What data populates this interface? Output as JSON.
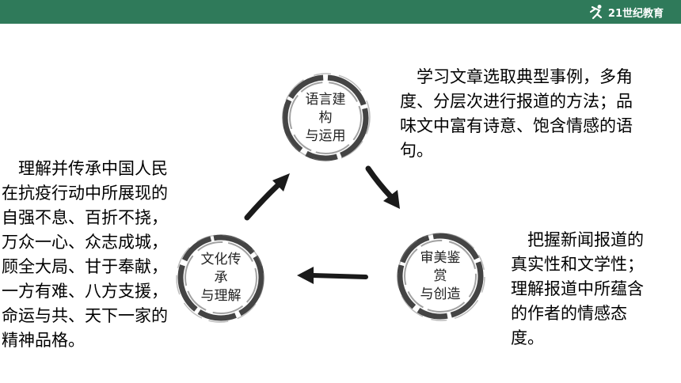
{
  "header": {
    "logo_text": "21世纪教育"
  },
  "diagram": {
    "nodes": [
      {
        "id": "top",
        "line1": "语言建",
        "line2": "构",
        "line3": "与运用"
      },
      {
        "id": "left",
        "line1": "文化传",
        "line2": "承",
        "line3": "与理解"
      },
      {
        "id": "right",
        "line1": "审美鉴",
        "line2": "赏",
        "line3": "与创造"
      }
    ],
    "texts": {
      "top": "　学习文章选取典型事例，多角度、分层次进行报道的方法；品味文中富有诗意、饱含情感的语句。",
      "left": "　理解并传承中国人民在抗疫行动中所展现的自强不息、百折不挠，万众一心、众志成城，顾全大局、甘于奉献，一方有难、八方支援，命运与共、天下一家的精神品格。",
      "right": "　把握新闻报道的真实性和文学性；理解报道中所蕴含的作者的情感态度。"
    }
  },
  "colors": {
    "header_bar": "#2f7a5a",
    "ink": "#1a1a1a"
  }
}
